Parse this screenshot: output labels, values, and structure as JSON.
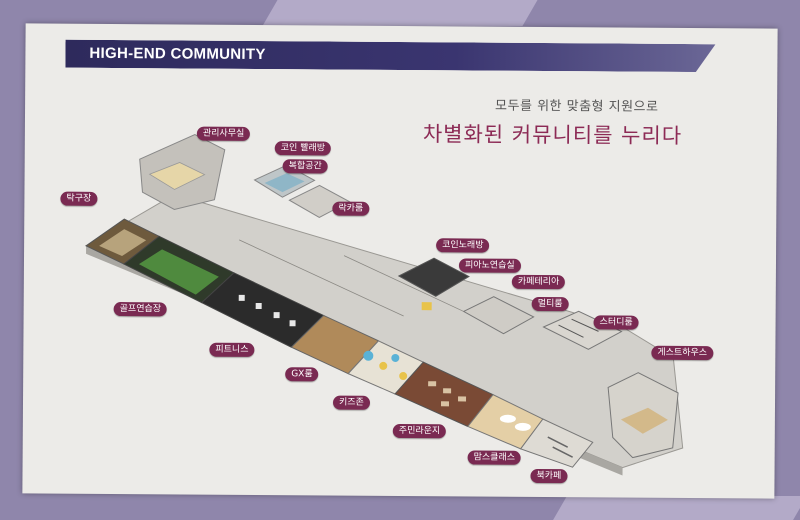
{
  "header": {
    "title": "HIGH-END COMMUNITY"
  },
  "subtitle": "모두를 위한 맞춤형 지원으로",
  "headline": "차별화된 커뮤니티를 누리다",
  "colors": {
    "header": "#2e2a5c",
    "label": "#7a2a52",
    "headline": "#8c2a55",
    "background": "#8f86ab"
  },
  "labels": {
    "management_office": "관리사무실",
    "coin_laundry": "코인 빨래방",
    "multi_space": "복합공간",
    "table_tennis": "탁구장",
    "locker": "락카룸",
    "golf_practice": "골프연습장",
    "cafeteria": "코인노래방",
    "piano_room": "피아노연습실",
    "cafe": "카페테리아",
    "multipurpose": "멀티룸",
    "study": "스터디룸",
    "guesthouse": "게스트하우스",
    "fitness": "피트니스",
    "gx_room": "GX룸",
    "kids_zone": "키즈존",
    "lounge": "주민라운지",
    "classroom": "맘스클래스",
    "book_cafe": "북카페"
  }
}
